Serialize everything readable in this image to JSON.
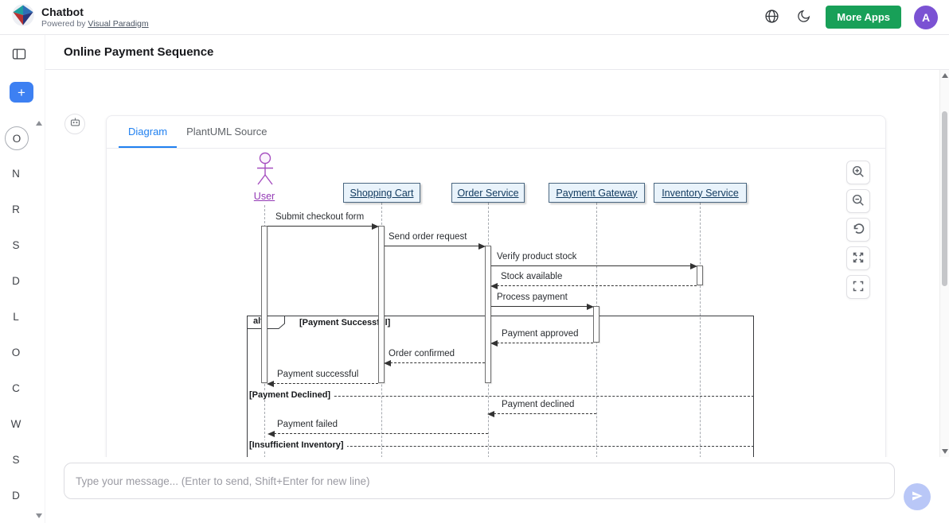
{
  "header": {
    "app_title": "Chatbot",
    "powered_by": "Powered by",
    "powered_by_link": "Visual Paradigm",
    "more_apps": "More Apps",
    "avatar_initial": "A"
  },
  "page": {
    "title": "Online Payment Sequence"
  },
  "sidebar": {
    "items": [
      "O",
      "N",
      "R",
      "S",
      "D",
      "L",
      "O",
      "C",
      "W",
      "S",
      "D"
    ]
  },
  "tabs": [
    {
      "label": "Diagram"
    },
    {
      "label": "PlantUML Source"
    }
  ],
  "sequence": {
    "actor": "User",
    "lifelines": [
      {
        "label": "Shopping Cart"
      },
      {
        "label": "Order Service"
      },
      {
        "label": "Payment Gateway"
      },
      {
        "label": "Inventory Service"
      }
    ],
    "messages": [
      {
        "text": "Submit checkout form"
      },
      {
        "text": "Send order request"
      },
      {
        "text": "Verify product stock"
      },
      {
        "text": "Stock available"
      },
      {
        "text": "Process payment"
      },
      {
        "text": "Payment approved"
      },
      {
        "text": "Order confirmed"
      },
      {
        "text": "Payment successful"
      },
      {
        "text": "Payment declined"
      },
      {
        "text": "Payment failed"
      }
    ],
    "fragment": {
      "operator": "alt",
      "conditions": [
        "[Payment Successful]",
        "[Payment Declined]",
        "[Insufficient Inventory]"
      ]
    }
  },
  "chat": {
    "placeholder": "Type your message... (Enter to send, Shift+Enter for new line)"
  },
  "colors": {
    "accent_green": "#18a058",
    "accent_blue": "#2080f0",
    "avatar_purple": "#7b52d3",
    "actor_purple": "#a64fc0",
    "lifeline_fill": "#e9f3fb"
  },
  "icons": {
    "globe": "globe-icon",
    "dark_mode": "moon-icon",
    "new_chat": "plus-icon",
    "zoom_in": "magnifier-plus-icon",
    "zoom_out": "magnifier-minus-icon",
    "reset": "rotate-ccw-icon",
    "expand": "arrows-out-icon",
    "fullscreen": "corner-brackets-icon",
    "send": "paper-plane-icon"
  }
}
